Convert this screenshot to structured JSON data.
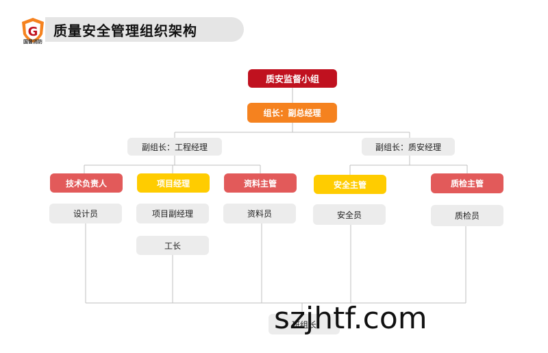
{
  "header": {
    "title": "质量安全管理组织架构",
    "logo_text": "国督消防"
  },
  "org": {
    "root": "质安监督小组",
    "leader": "组长：副总经理",
    "deputy_left": "副组长：工程经理",
    "deputy_right": "副组长：质安经理",
    "tech_head": "技术负责人",
    "project_manager": "项目经理",
    "data_head": "资料主管",
    "safety_head": "安全主管",
    "quality_head": "质检主管",
    "designer": "设计员",
    "deputy_pm": "项目副经理",
    "data_clerk": "资料员",
    "safety_officer": "安全员",
    "quality_inspector": "质检员",
    "foreman": "工长",
    "team_leader": "班组长"
  },
  "watermark": "szjhtf.com",
  "colors": {
    "red": "#c0111f",
    "orange": "#f5821f",
    "pink": "#e25a5a",
    "yellow": "#ffcc00",
    "gray": "#ececec",
    "line": "#bfbfbf"
  }
}
